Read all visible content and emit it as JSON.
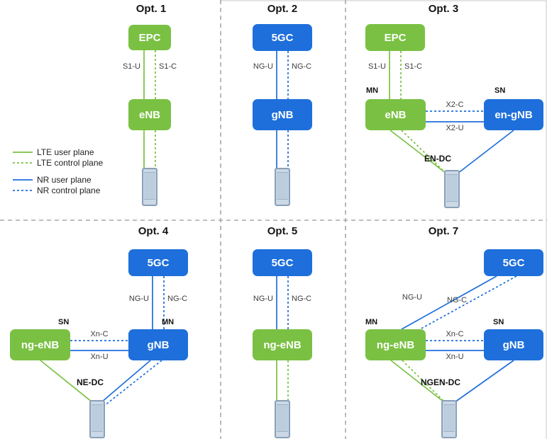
{
  "colors": {
    "lte_green": "#7ac143",
    "nr_blue": "#1e6fdb"
  },
  "legend": {
    "items": [
      {
        "label": "LTE user plane"
      },
      {
        "label": "LTE control plane"
      },
      {
        "label": "NR user plane"
      },
      {
        "label": "NR control plane"
      }
    ]
  },
  "panels": {
    "opt1": {
      "title": "Opt. 1",
      "core": "EPC",
      "ran": "eNB",
      "user_link": "S1-U",
      "control_link": "S1-C"
    },
    "opt2": {
      "title": "Opt. 2",
      "core": "5GC",
      "ran": "gNB",
      "user_link": "NG-U",
      "control_link": "NG-C"
    },
    "opt3": {
      "title": "Opt. 3",
      "core": "EPC",
      "master_node": "eNB",
      "secondary_node": "en-gNB",
      "user_link": "S1-U",
      "control_link": "S1-C",
      "inter_node_control": "X2-C",
      "inter_node_user": "X2-U",
      "master_tag": "MN",
      "secondary_tag": "SN",
      "dc_label": "EN-DC"
    },
    "opt4": {
      "title": "Opt. 4",
      "core": "5GC",
      "master_node": "gNB",
      "secondary_node": "ng-eNB",
      "user_link": "NG-U",
      "control_link": "NG-C",
      "inter_node_control": "Xn-C",
      "inter_node_user": "Xn-U",
      "master_tag": "MN",
      "secondary_tag": "SN",
      "dc_label": "NE-DC"
    },
    "opt5": {
      "title": "Opt. 5",
      "core": "5GC",
      "ran": "ng-eNB",
      "user_link": "NG-U",
      "control_link": "NG-C"
    },
    "opt7": {
      "title": "Opt. 7",
      "core": "5GC",
      "master_node": "ng-eNB",
      "secondary_node": "gNB",
      "user_link": "NG-U",
      "control_link": "NG-C",
      "inter_node_control": "Xn-C",
      "inter_node_user": "Xn-U",
      "master_tag": "MN",
      "secondary_tag": "SN",
      "dc_label": "NGEN-DC"
    }
  }
}
